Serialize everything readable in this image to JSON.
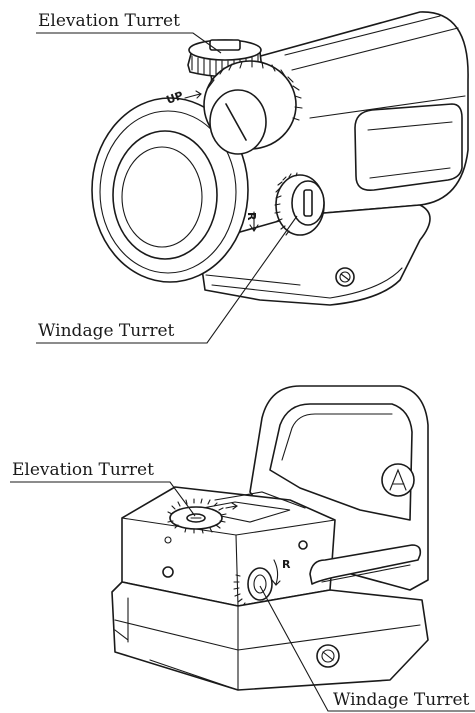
{
  "callouts": {
    "top_elevation": "Elevation Turret",
    "top_windage": "Windage Turret",
    "bottom_elevation": "Elevation Turret",
    "bottom_windage": "Windage Turret"
  },
  "markings": {
    "up_mark": "UP",
    "right_mark_top": "R",
    "right_mark_bottom": "R"
  }
}
